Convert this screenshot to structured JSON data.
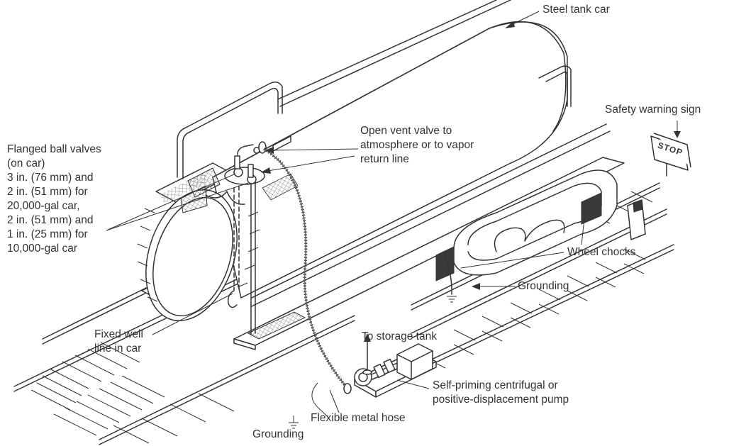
{
  "labels": {
    "steel_tank_car": "Steel tank car",
    "safety_sign": "Safety warning sign",
    "stop_sign_text": "STOP",
    "vent_valve": [
      "Open vent valve to",
      "atmosphere or to vapor",
      "return line"
    ],
    "ball_valves": [
      "Flanged ball valves",
      "(on car)",
      "3 in. (76 mm) and",
      "2 in. (51 mm) for",
      "20,000-gal car,",
      "2 in. (51 mm) and",
      "1 in. (25 mm) for",
      "10,000-gal car"
    ],
    "wheel_chocks": "Wheel chocks",
    "grounding_right": "Grounding",
    "fixed_well": [
      "Fixed well",
      "line in car"
    ],
    "storage_tank": "To storage tank",
    "pump": [
      "Self-priming centrifugal or",
      "positive-displacement pump"
    ],
    "hose": "Flexible metal hose",
    "grounding_bottom": "Grounding"
  }
}
